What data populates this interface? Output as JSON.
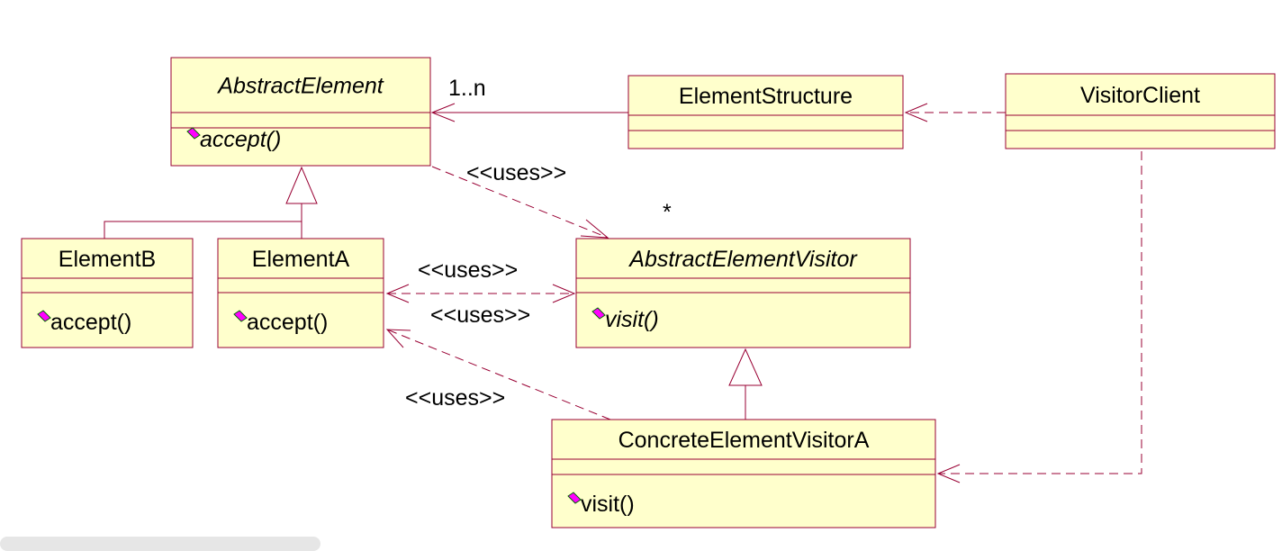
{
  "colors": {
    "box_fill": "#FFFFCC",
    "line": "#990033",
    "operation_icon": "#FF00FF"
  },
  "classes": [
    {
      "id": "abstract-element",
      "name": "AbstractElement",
      "abstract": true,
      "operations": [
        "accept()"
      ],
      "op_abstract": true
    },
    {
      "id": "element-structure",
      "name": "ElementStructure",
      "abstract": false,
      "operations": []
    },
    {
      "id": "visitor-client",
      "name": "VisitorClient",
      "abstract": false,
      "operations": []
    },
    {
      "id": "element-b",
      "name": "ElementB",
      "abstract": false,
      "operations": [
        "accept()"
      ]
    },
    {
      "id": "element-a",
      "name": "ElementA",
      "abstract": false,
      "operations": [
        "accept()"
      ]
    },
    {
      "id": "abstract-element-visitor",
      "name": "AbstractElementVisitor",
      "abstract": true,
      "operations": [
        "visit()"
      ],
      "op_abstract": true
    },
    {
      "id": "concrete-element-visitor-a",
      "name": "ConcreteElementVisitorA",
      "abstract": false,
      "operations": [
        "visit()"
      ]
    }
  ],
  "labels": {
    "multiplicity_1n": "1..n",
    "multiplicity_star": "*",
    "uses_1": "<<uses>>",
    "uses_2": "<<uses>>",
    "uses_3": "<<uses>>",
    "uses_4": "<<uses>>"
  }
}
